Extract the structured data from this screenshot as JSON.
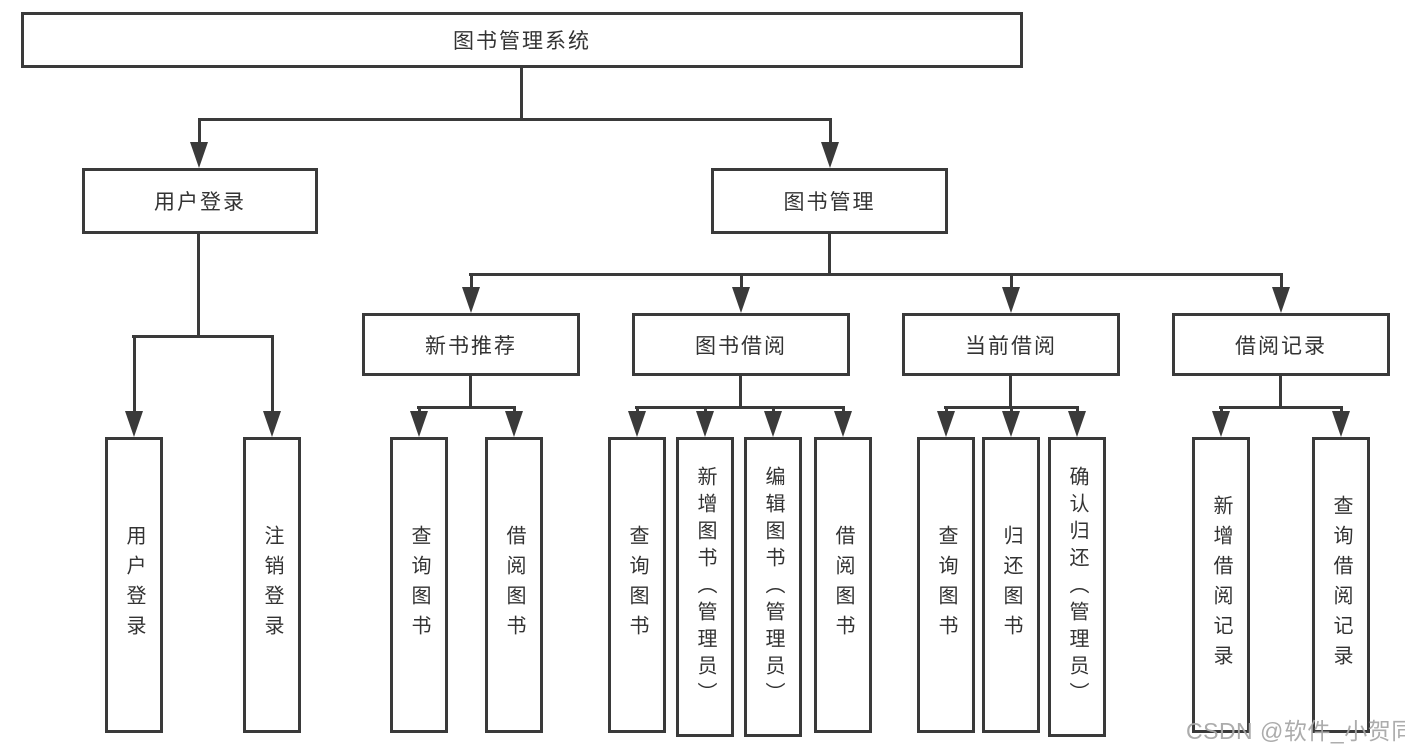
{
  "diagram": {
    "title": "图书管理系统",
    "nodes": {
      "root": "图书管理系统",
      "user_login": "用户登录",
      "book_management": "图书管理",
      "new_book_recommendation": "新书推荐",
      "book_borrowing": "图书借阅",
      "current_borrowing": "当前借阅",
      "borrowing_records": "借阅记录",
      "leaves": {
        "user": [
          "用户登录",
          "注销登录"
        ],
        "recommend": [
          "查询图书",
          "借阅图书"
        ],
        "borrow": [
          "查询图书",
          "新增图书（管理员）",
          "编辑图书（管理员）",
          "借阅图书"
        ],
        "current": [
          "查询图书",
          "归还图书",
          "确认归还（管理员）"
        ],
        "records": [
          "新增借阅记录",
          "查询借阅记录"
        ]
      }
    },
    "colors": {
      "line": "#3a3a3a",
      "text": "#333333",
      "background": "#ffffff",
      "watermark": "#a8a8a8"
    }
  },
  "watermark": "CSDN @软件_小贺同学"
}
